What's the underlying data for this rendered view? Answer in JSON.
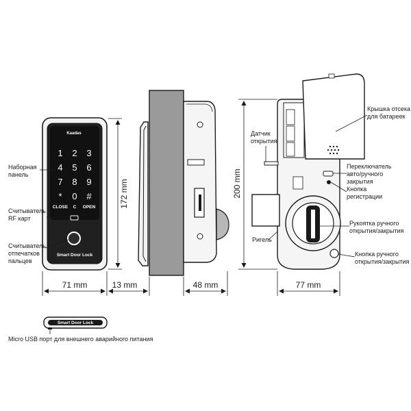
{
  "labels": {
    "keypad_panel": [
      "Наборная",
      "панель"
    ],
    "rf_reader": [
      "Считыватель",
      "RF карт"
    ],
    "fingerprint_reader": [
      "Считыватель",
      "отпечатков",
      "пальцев"
    ],
    "micro_usb": "Micro USB порт для внешнего аварийного питания",
    "open_sensor": [
      "Датчик",
      "открытия"
    ],
    "battery_cover": [
      "Крышка отсека",
      "для батареек"
    ],
    "auto_manual_switch": [
      "Переключатель",
      "авто/ручного",
      "закрытия"
    ],
    "register_button": [
      "Кнопка",
      "регистрации"
    ],
    "bolt": "Ригель",
    "manual_handle": [
      "Рукоятка ручного",
      "открытия/закрытия"
    ],
    "manual_button": [
      "Кнопка ручного",
      "открытия/закрытия"
    ]
  },
  "dimensions": {
    "front_width": "71 mm",
    "gap": "13 mm",
    "side_width": "48 mm",
    "back_width": "77 mm",
    "front_height": "172 mm",
    "back_height": "200 mm"
  },
  "device": {
    "brand": "Kaadas",
    "keys": [
      "1",
      "2",
      "3",
      "4",
      "5",
      "6",
      "7",
      "8",
      "9",
      "*",
      "0",
      "#"
    ],
    "func_keys": [
      "CLOSE",
      "C",
      "OPEN"
    ],
    "bottom_text": "Smart Door Lock",
    "usb_text": "Smart Door Lock"
  }
}
